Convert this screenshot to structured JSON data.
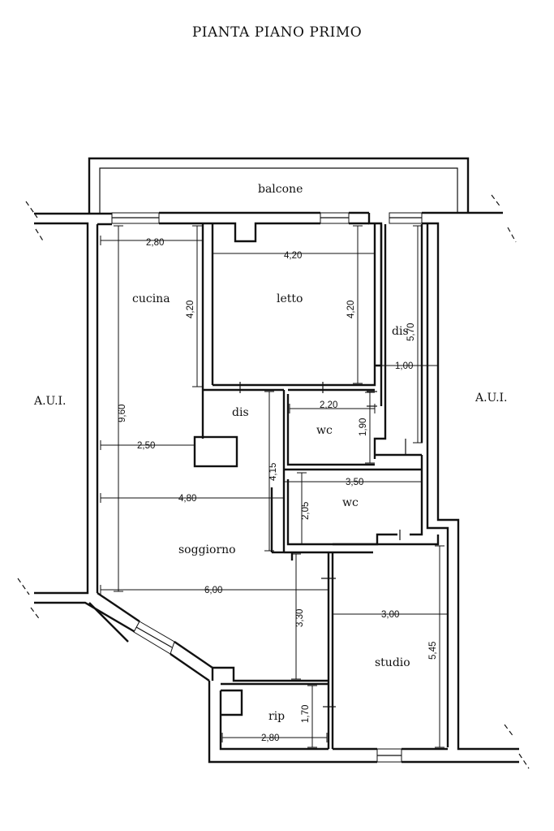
{
  "title": "PIANTA PIANO PRIMO",
  "rooms": {
    "balcone": "balcone",
    "cucina": "cucina",
    "letto": "letto",
    "dis_corridor": "dis",
    "dis_hall": "dis",
    "wc_upper": "wc",
    "wc_lower": "wc",
    "soggiorno": "soggiorno",
    "studio": "studio",
    "rip": "rip"
  },
  "exterior": {
    "left": "A.U.I.",
    "right": "A.U.I."
  },
  "dimensions": {
    "cucina_width": "2,80",
    "letto_width": "4,20",
    "cucina_depth": "4,20",
    "letto_depth": "4,20",
    "dis_length": "5,70",
    "dis_width": "1,00",
    "living_depth": "9,60",
    "hall_width": "2,50",
    "wc_upper_width": "2,20",
    "wc_upper_depth": "1,90",
    "hall_depth": "4,15",
    "living_width": "4,80",
    "wc_lower_width": "3,50",
    "wc_lower_depth": "2,05",
    "living_total_width": "6,00",
    "living_lower_depth": "3,30",
    "studio_width": "3,00",
    "studio_depth": "5,45",
    "rip_depth": "1,70",
    "rip_width": "2,80"
  }
}
